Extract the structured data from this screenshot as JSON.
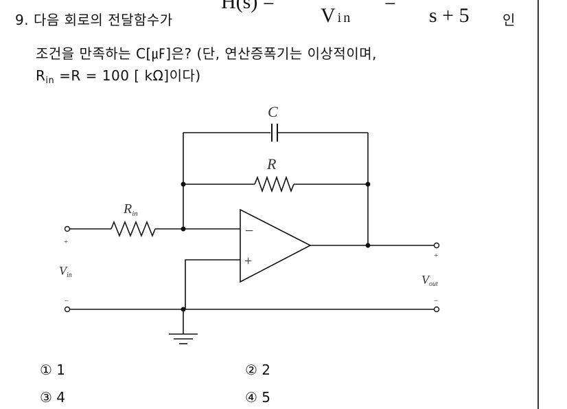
{
  "question": {
    "number": "9.",
    "line1_text": "다음 회로의 전달함수가",
    "line1_suffix": "인",
    "line2": "조건을 만족하는 C[㎌]은? (단, 연산증폭기는 이상적이며,",
    "line3_r": "R",
    "line3_r_sub": "in",
    "line3_rest": " =R  =  100  [  kΩ]이다)"
  },
  "formula": {
    "lhs": "H(s) =",
    "denominator_lhs": "V",
    "denominator_lhs_sub": "in",
    "equals2": "=",
    "denominator_rhs": "s + 5"
  },
  "circuit": {
    "label_c": "C",
    "label_r": "R",
    "label_rin": "R",
    "label_rin_sub": "in",
    "label_minus_input": "−",
    "label_plus_input": "+",
    "label_vin": "V",
    "label_vin_sub": "in",
    "label_vout": "V",
    "label_vout_sub": "out",
    "label_vin_plus": "+",
    "label_vin_minus": "−",
    "label_vout_plus": "+",
    "label_vout_minus": "−"
  },
  "choices": [
    {
      "marker": "①",
      "value": "1"
    },
    {
      "marker": "②",
      "value": "2"
    },
    {
      "marker": "③",
      "value": "4"
    },
    {
      "marker": "④",
      "value": "5"
    }
  ],
  "colors": {
    "wire": "#111111",
    "text": "#111111",
    "label": "#333333"
  }
}
